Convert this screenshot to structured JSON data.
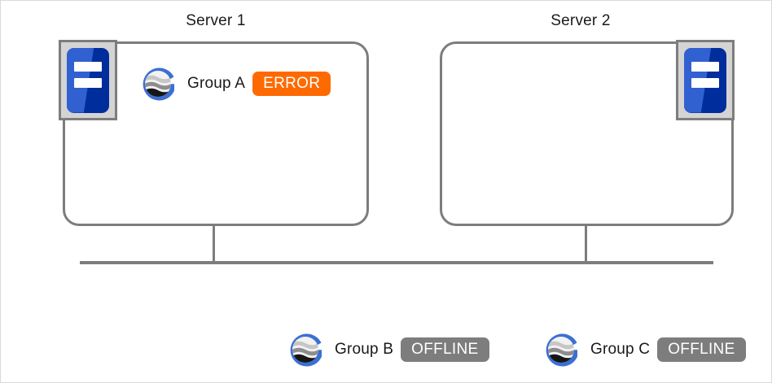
{
  "diagram": {
    "type": "server-cluster-topology",
    "servers": [
      {
        "title": "Server 1",
        "icon": "server-icon",
        "icon_position": "top-left",
        "groups": [
          {
            "logo": "globe-g-logo",
            "label": "Group A",
            "status": "ERROR",
            "status_color": "#ff6a00"
          }
        ]
      },
      {
        "title": "Server 2",
        "icon": "server-icon",
        "icon_position": "top-right",
        "groups": []
      }
    ],
    "unassigned_groups": [
      {
        "logo": "globe-g-logo",
        "label": "Group B",
        "status": "OFFLINE",
        "status_color": "#7d7d7d"
      },
      {
        "logo": "globe-g-logo",
        "label": "Group C",
        "status": "OFFLINE",
        "status_color": "#7d7d7d"
      }
    ],
    "colors": {
      "outline": "#7d7d7d",
      "tile_fill": "#d4d4d4",
      "icon_blue_light": "#3161d1",
      "icon_blue_dark": "#002d9c",
      "logo_blue": "#3b6fd4",
      "background": "#ffffff",
      "text": "#1a1a1a"
    }
  }
}
